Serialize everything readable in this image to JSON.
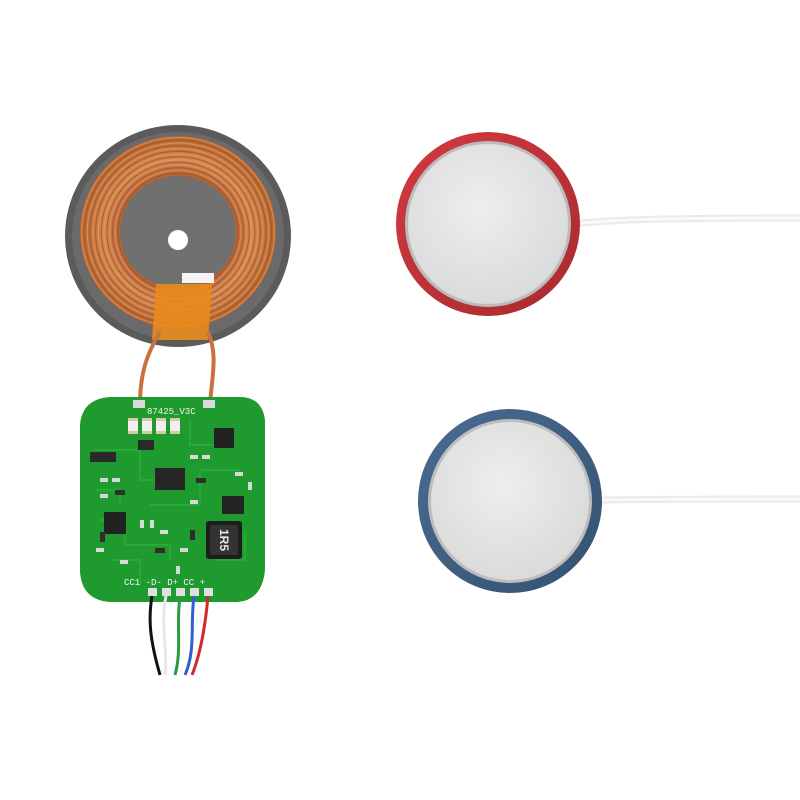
{
  "pcb": {
    "board_id": "87425_V3C",
    "pin_labels": "CC1 -D- D+ CC +",
    "inductor_marking": "1R5"
  },
  "colors": {
    "background": "#ffffff",
    "pcb_green": "#1f9a2f",
    "copper_coil": "#c8733f",
    "ferrite_plate": "#5a5a5a",
    "kapton_tape": "#e88a1c",
    "charger_red_ring": "#c9323a",
    "charger_blue_ring": "#3f5f85",
    "charger_face": "#e6e6e6",
    "cable": "#f2f2f2"
  },
  "objects": [
    {
      "name": "wireless-charging-coil",
      "color": "copper"
    },
    {
      "name": "charger-pcb",
      "color": "green"
    },
    {
      "name": "magnetic-charger-red",
      "color": "red"
    },
    {
      "name": "magnetic-charger-blue",
      "color": "blue"
    }
  ]
}
